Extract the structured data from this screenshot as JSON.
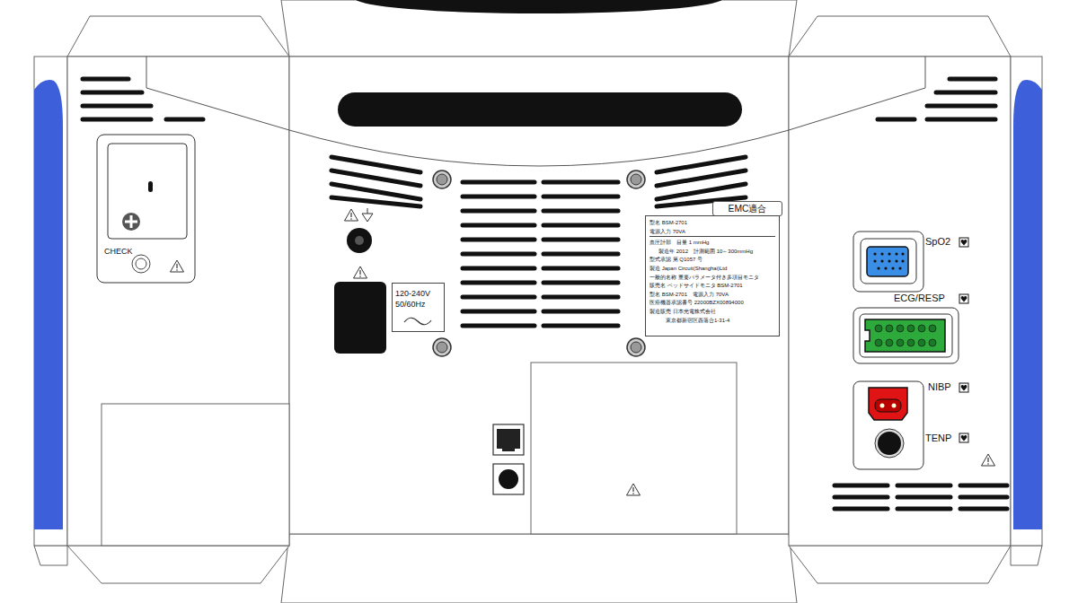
{
  "diagram": {
    "nodes": [
      {
        "text": [
          "EMC適合"
        ]
      },
      {
        "text": [
          "型名 BSM-2701",
          "電源入力 70VA",
          "血圧計部　目量 1 mmHg",
          "製造年 2012　計測範囲 10～300mmHg",
          "型式承認 第 Q1057 号",
          "製造 Japan Circuit(Shanghai)Ltd",
          "一般的名称 重要パラメータ付き多項目モニタ",
          "販売名 ベッドサイドモニタ BSM-2701",
          "型名 BSM-2701　電源入力 70VA",
          "医療機器承認番号 22000BZX00894000",
          "製造販売 日本光電株式会社",
          "東京都新宿区西落合1-31-4"
        ]
      },
      {
        "text": [
          "120-240V 50/60Hz"
        ]
      }
    ],
    "labels": [
      "CHECK",
      "SpO2",
      "ECG/RESP",
      "NIBP",
      "TENP"
    ]
  }
}
